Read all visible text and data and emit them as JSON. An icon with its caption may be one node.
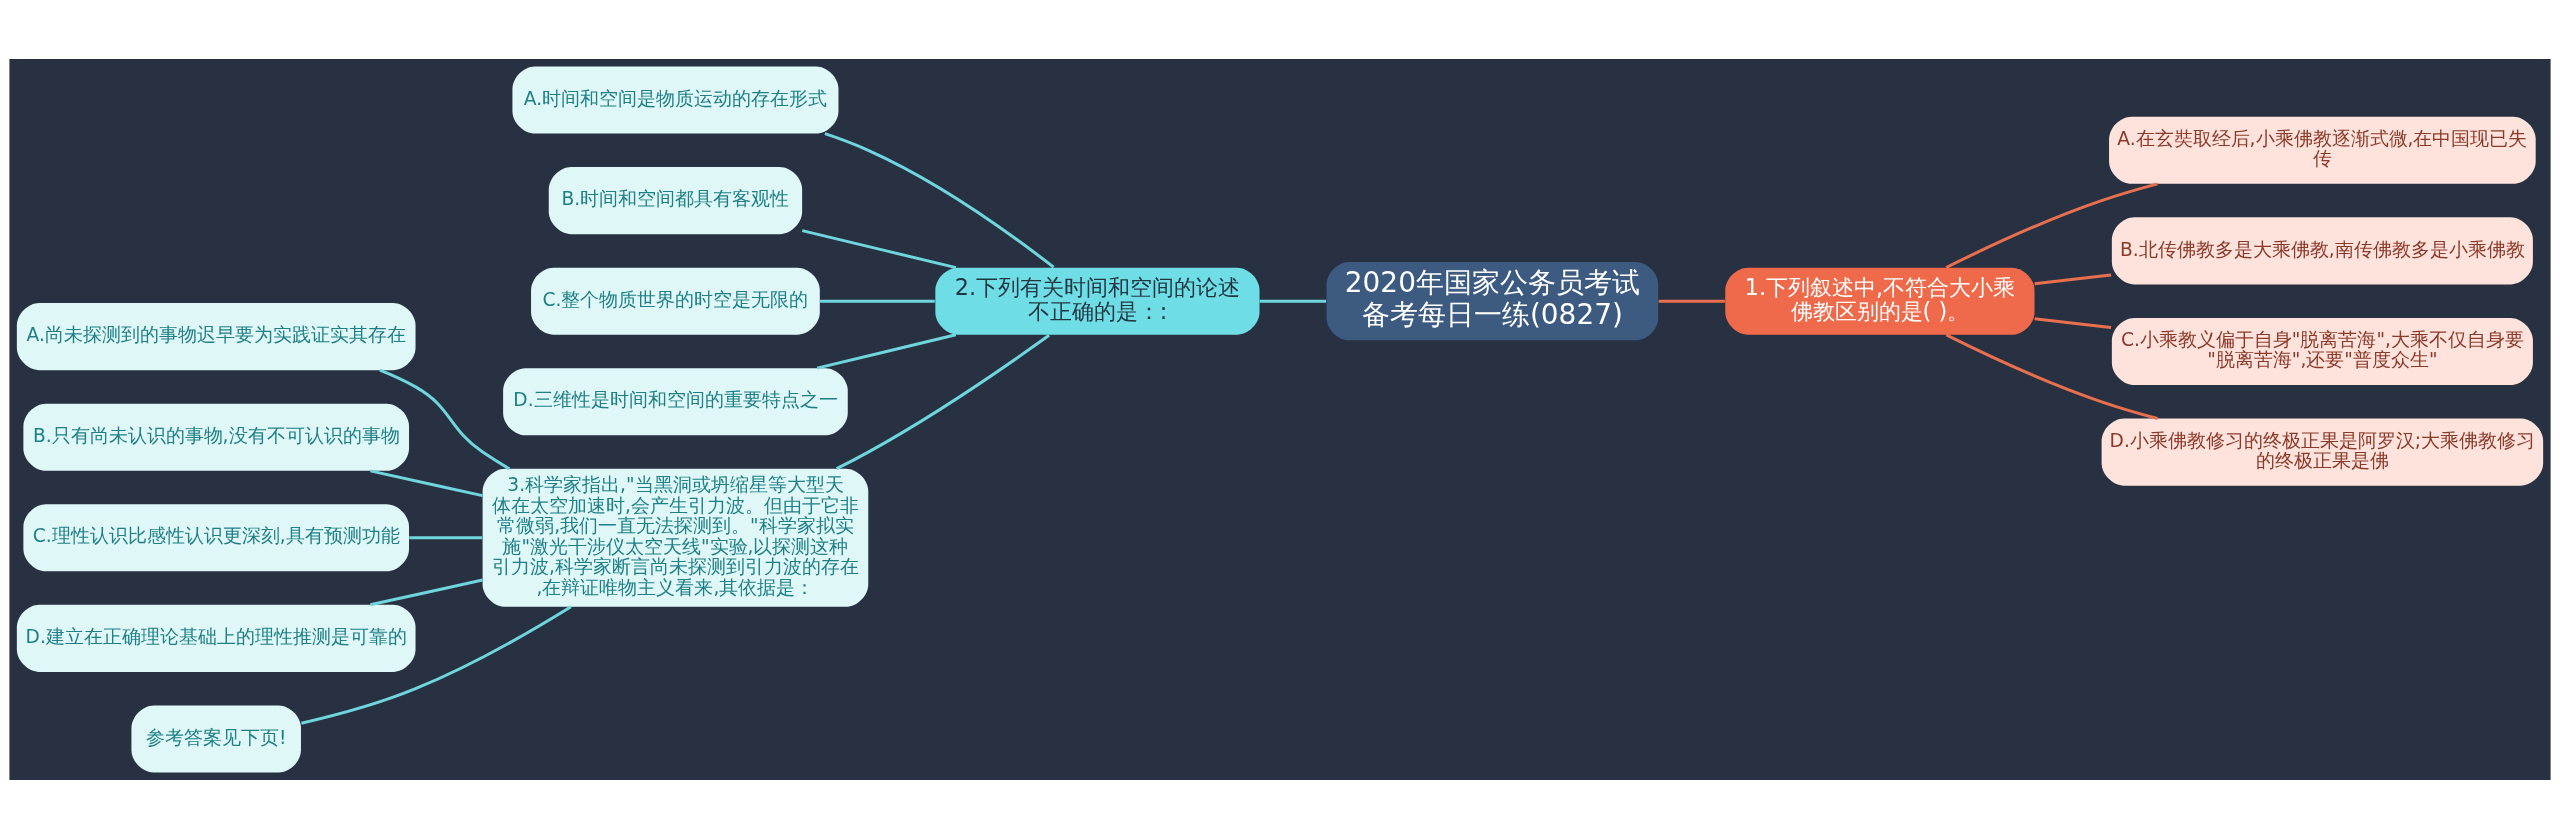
{
  "diagram": {
    "nodes": [
      {
        "text": [
          "2020年国家公务员考试备考每日一练(0827)"
        ]
      },
      {
        "text": [
          "1.下列叙述中,不符合大小乘佛教区别的是( )。"
        ]
      },
      {
        "text": [
          "A.在玄奘取经后,小乘佛教逐渐式微,在中国现已失传"
        ]
      },
      {
        "text": [
          "B.北传佛教多是大乘佛教,南传佛教多是小乘佛教"
        ]
      },
      {
        "text": [
          "C.小乘教义偏于自身\"脱离苦海\",大乘不仅自身要\"脱离苦海\",还要\"普度众生\""
        ]
      },
      {
        "text": [
          "D.小乘佛教修习的终极正果是阿罗汉;大乘佛教修习的终极正果是佛"
        ]
      },
      {
        "text": [
          "2.下列有关时间和空间的论述不正确的是：:"
        ]
      },
      {
        "text": [
          "A.时间和空间是物质运动的存在形式"
        ]
      },
      {
        "text": [
          "B.时间和空间都具有客观性"
        ]
      },
      {
        "text": [
          "C.整个物质世界的时空是无限的"
        ]
      },
      {
        "text": [
          "D.三维性是时间和空间的重要特点之一"
        ]
      },
      {
        "text": [
          "3.科学家指出,\"当黑洞或坍缩星等大型天体在太空加速时,会产生引力波。但由于它非常微弱,我们一直无法探测到。\"科学家拟实施\"激光干涉仪太空天线\"实验,以探测这种引力波,科学家断言尚未探测到引力波的存在,在辩证唯物主义看来,其依据是："
        ]
      },
      {
        "text": [
          "A.尚未探测到的事物迟早要为实践证实其存在"
        ]
      },
      {
        "text": [
          "B.只有尚未认识的事物,没有不可认识的事物"
        ]
      },
      {
        "text": [
          "C.理性认识比感性认识更深刻,具有预测功能"
        ]
      },
      {
        "text": [
          "D.建立在正确理论基础上的理性推测是可靠的"
        ]
      },
      {
        "text": [
          "参考答案见下页!"
        ]
      }
    ],
    "edges": [
      {
        "from": 0,
        "to": 1,
        "arrow": "none",
        "color": "#e8704e"
      },
      {
        "from": 1,
        "to": 2,
        "arrow": "none",
        "color": "#e8704e"
      },
      {
        "from": 1,
        "to": 3,
        "arrow": "none",
        "color": "#e8704e"
      },
      {
        "from": 1,
        "to": 4,
        "arrow": "none",
        "color": "#e8704e"
      },
      {
        "from": 1,
        "to": 5,
        "arrow": "none",
        "color": "#e8704e"
      },
      {
        "from": 0,
        "to": 6,
        "arrow": "none"
      },
      {
        "from": 6,
        "to": 7,
        "arrow": "none"
      },
      {
        "from": 6,
        "to": 8,
        "arrow": "none"
      },
      {
        "from": 6,
        "to": 9,
        "arrow": "none"
      },
      {
        "from": 6,
        "to": 10,
        "arrow": "none"
      },
      {
        "from": 6,
        "to": 11,
        "arrow": "none"
      },
      {
        "from": 11,
        "to": 12,
        "arrow": "none"
      },
      {
        "from": 11,
        "to": 13,
        "arrow": "none"
      },
      {
        "from": 11,
        "to": 14,
        "arrow": "none"
      },
      {
        "from": 11,
        "to": 15,
        "arrow": "none"
      },
      {
        "from": 11,
        "to": 16,
        "arrow": "none"
      }
    ]
  }
}
